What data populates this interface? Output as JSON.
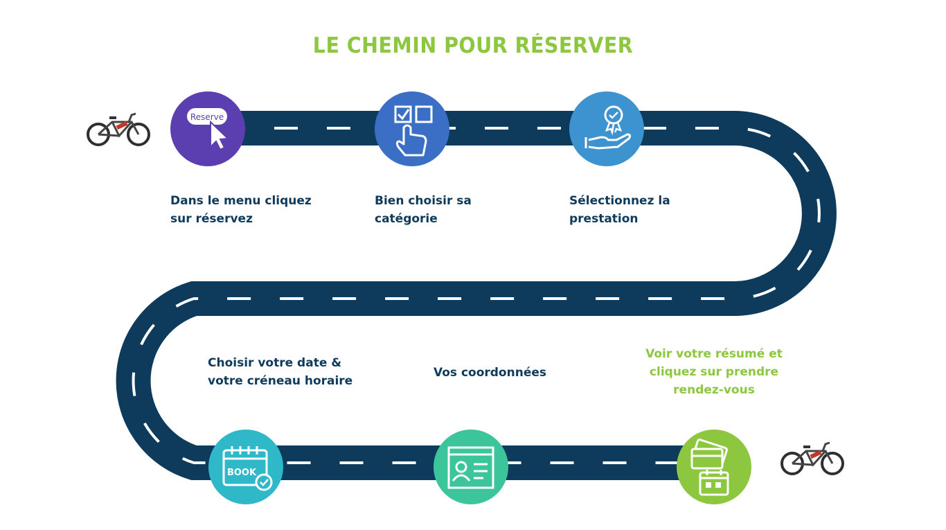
{
  "title": "LE CHEMIN POUR RÉSERVER",
  "colors": {
    "title": "#8dc63f",
    "road": "#0e3a5b",
    "road_dash": "#ffffff",
    "label_text": "#0e3a5b",
    "final_label_text": "#8dc63f"
  },
  "steps": [
    {
      "label": "Dans le menu cliquez\nsur réservez",
      "icon": "reserve-click-icon",
      "icon_text": "Reserve",
      "color": "#5b3fb0"
    },
    {
      "label": "Bien choisir sa\ncatégorie",
      "icon": "checkbox-select-icon",
      "color": "#3a6fc5"
    },
    {
      "label": "Sélectionnez la\nprestation",
      "icon": "award-hand-icon",
      "color": "#3d93cf"
    },
    {
      "label": "Choisir votre date &\nvotre créneau horaire",
      "icon": "calendar-book-icon",
      "icon_text": "BOOK",
      "color": "#2fb8c8"
    },
    {
      "label": "Vos coordonnées",
      "icon": "id-card-icon",
      "color": "#3cc49a"
    },
    {
      "label": "Voir votre résumé et\ncliquez sur prendre\nrendez-vous",
      "icon": "cards-calendar-icon",
      "color": "#8dc63f"
    }
  ]
}
